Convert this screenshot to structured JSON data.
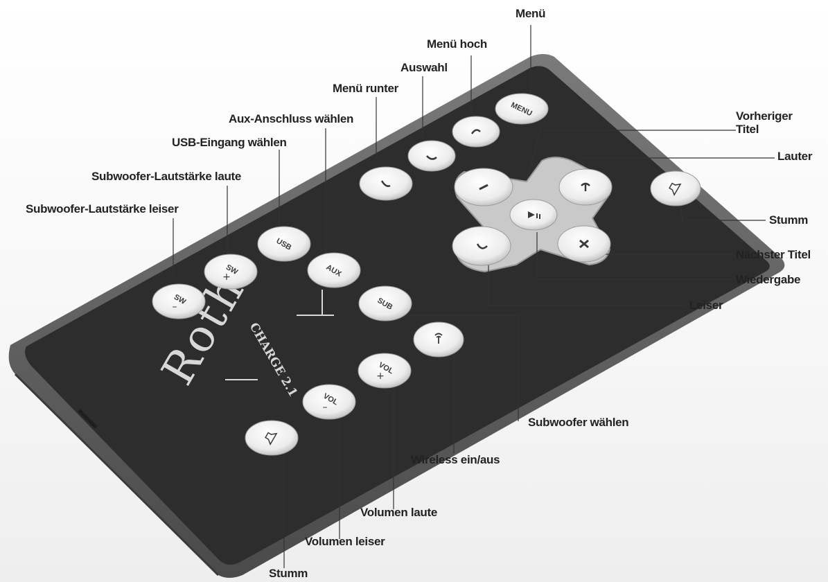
{
  "labels": {
    "menu": "Menü",
    "menu_up": "Menü hoch",
    "select": "Auswahl",
    "menu_down": "Menü runter",
    "aux_select": "Aux-Anschluss wählen",
    "usb_select": "USB-Eingang wählen",
    "sw_up": "Subwoofer-Lautstärke laute",
    "sw_down": "Subwoofer-Lautstärke leiser",
    "prev_track": "Vorheriger Titel",
    "louder": "Lauter",
    "mute_top": "Stumm",
    "next_track": "Nächster Titel",
    "play": "Wiedergabe",
    "quieter": "Leiser",
    "sub_select": "Subwoofer wählen",
    "wireless": "Wireless ein/aus",
    "vol_up": "Volumen laute",
    "vol_down": "Volumen leiser",
    "mute_bottom": "Stumm"
  },
  "buttons": {
    "menu": "MENU",
    "usb": "USB",
    "aux": "AUX",
    "sub": "SUB",
    "sw_plus": "SW",
    "sw_minus": "SW",
    "vol_plus": "VOL",
    "vol_minus": "VOL"
  },
  "brand": {
    "name": "Roth",
    "model": "CHARGE 2.1"
  },
  "icons": {
    "mute": "speaker-mute-icon",
    "play": "play-pause-icon",
    "wireless": "wireless-icon"
  },
  "colors": {
    "body": "#2e2e2e",
    "frame": "#6a6a6a",
    "button": "#efefef",
    "dpad": "#cfcfcf",
    "text": "#222222"
  }
}
